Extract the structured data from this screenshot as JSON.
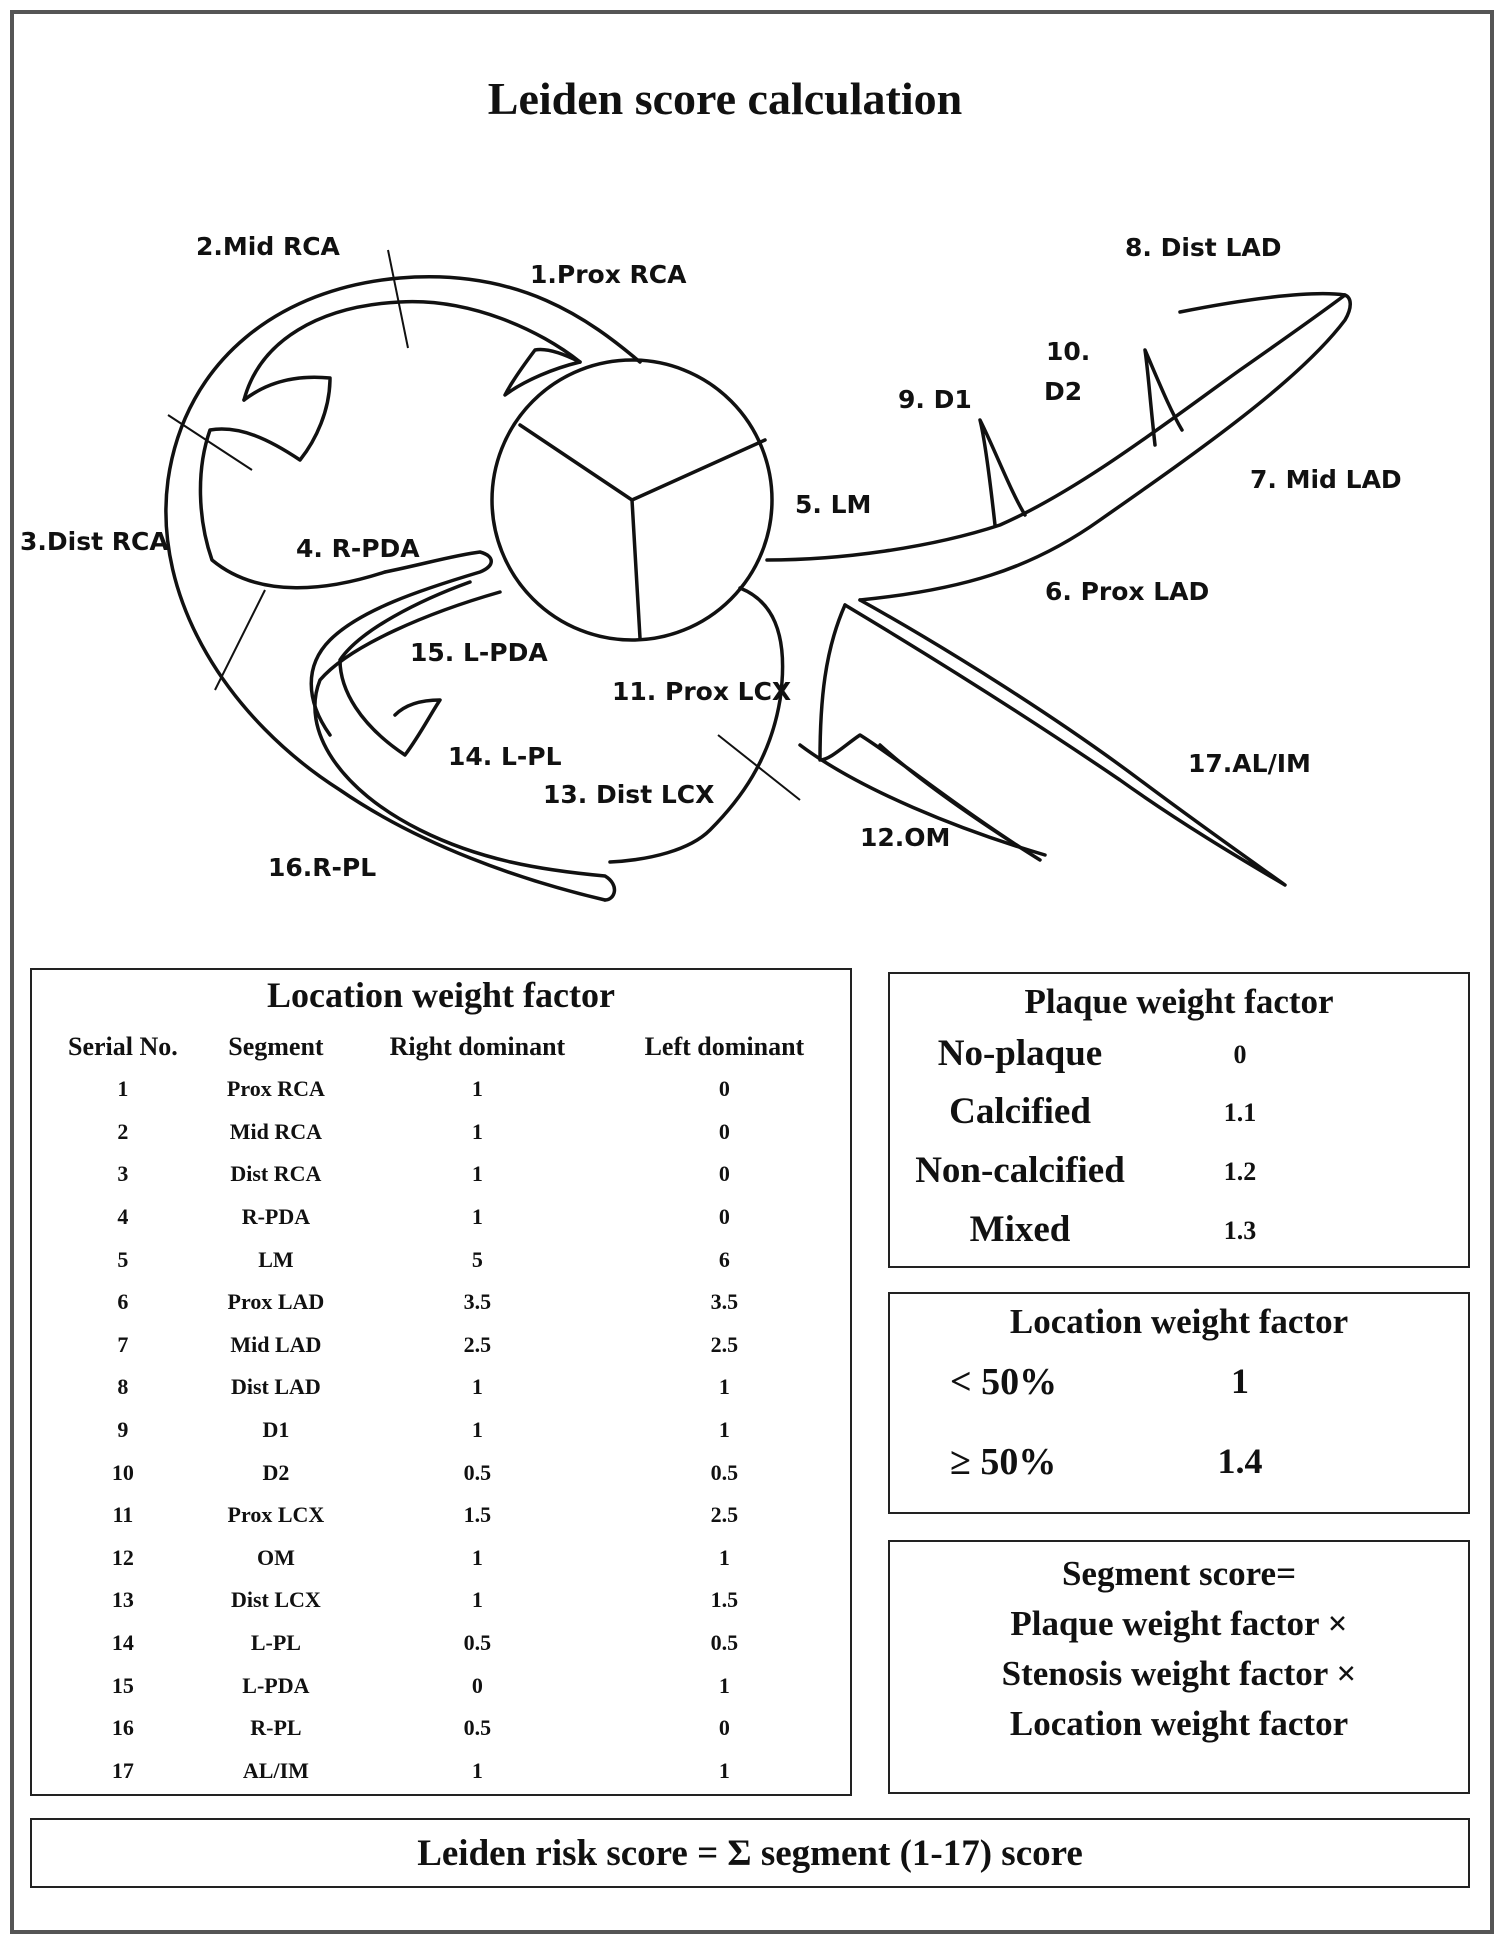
{
  "title": "Leiden score calculation",
  "diagram": {
    "labels": {
      "prox_rca": "1.Prox RCA",
      "mid_rca": "2.Mid RCA",
      "dist_rca": "3.Dist RCA",
      "r_pda": "4. R-PDA",
      "lm": "5. LM",
      "prox_lad": "6. Prox LAD",
      "mid_lad": "7. Mid LAD",
      "dist_lad": "8. Dist LAD",
      "d1": "9. D1",
      "d2_line1": "10.",
      "d2_line2": "D2",
      "prox_lcx": "11. Prox LCX",
      "om": "12.OM",
      "dist_lcx": "13. Dist LCX",
      "l_pl": "14. L-PL",
      "l_pda": "15. L-PDA",
      "r_pl": "16.R-PL",
      "al_im": "17.AL/IM"
    }
  },
  "location_table": {
    "title": "Location weight factor",
    "headers": [
      "Serial No.",
      "Segment",
      "Right dominant",
      "Left dominant"
    ],
    "rows": [
      [
        "1",
        "Prox RCA",
        "1",
        "0"
      ],
      [
        "2",
        "Mid RCA",
        "1",
        "0"
      ],
      [
        "3",
        "Dist RCA",
        "1",
        "0"
      ],
      [
        "4",
        "R-PDA",
        "1",
        "0"
      ],
      [
        "5",
        "LM",
        "5",
        "6"
      ],
      [
        "6",
        "Prox LAD",
        "3.5",
        "3.5"
      ],
      [
        "7",
        "Mid LAD",
        "2.5",
        "2.5"
      ],
      [
        "8",
        "Dist LAD",
        "1",
        "1"
      ],
      [
        "9",
        "D1",
        "1",
        "1"
      ],
      [
        "10",
        "D2",
        "0.5",
        "0.5"
      ],
      [
        "11",
        "Prox LCX",
        "1.5",
        "2.5"
      ],
      [
        "12",
        "OM",
        "1",
        "1"
      ],
      [
        "13",
        "Dist LCX",
        "1",
        "1.5"
      ],
      [
        "14",
        "L-PL",
        "0.5",
        "0.5"
      ],
      [
        "15",
        "L-PDA",
        "0",
        "1"
      ],
      [
        "16",
        "R-PL",
        "0.5",
        "0"
      ],
      [
        "17",
        "AL/IM",
        "1",
        "1"
      ]
    ]
  },
  "plaque": {
    "title": "Plaque weight factor",
    "rows": [
      {
        "name": "No-plaque",
        "value": "0"
      },
      {
        "name": "Calcified",
        "value": "1.1"
      },
      {
        "name": "Non-calcified",
        "value": "1.2"
      },
      {
        "name": "Mixed",
        "value": "1.3"
      }
    ]
  },
  "stenosis": {
    "title": "Location weight factor",
    "rows": [
      {
        "name": "< 50%",
        "value": "1"
      },
      {
        "name": "≥ 50%",
        "value": "1.4"
      }
    ]
  },
  "segment_score": {
    "lines": [
      "Segment score=",
      "Plaque weight factor ×",
      "Stenosis weight factor ×",
      "Location weight factor"
    ]
  },
  "total": "Leiden risk score = Σ segment (1-17) score"
}
